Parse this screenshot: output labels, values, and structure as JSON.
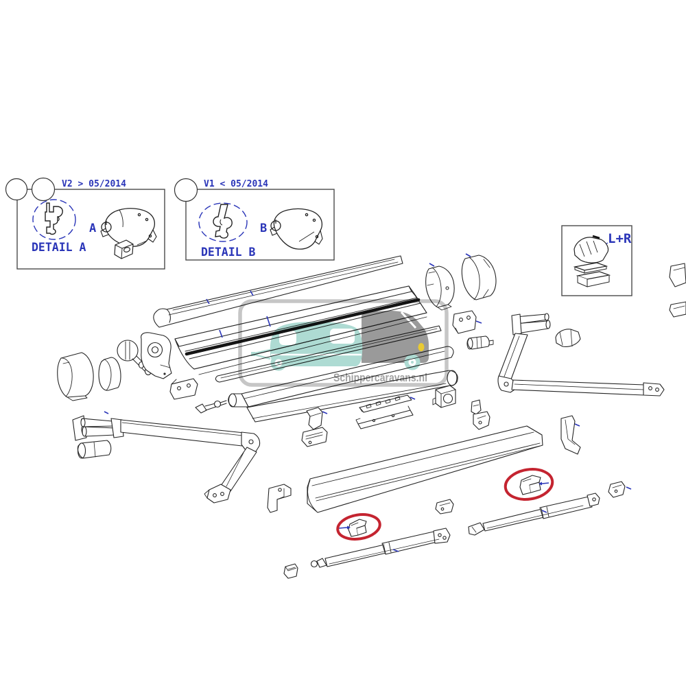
{
  "diagram": {
    "type": "exploded-parts-diagram",
    "subject": "caravan awning assembly",
    "watermark": {
      "text": "Schippercaravans.nl",
      "teal": "#5ebbab",
      "gray": "#3f3f3f",
      "border_gray": "#8e8e8e",
      "text_gray": "#4a4a4a",
      "headlight_yellow": "#e3c235"
    },
    "detail_box_a": {
      "version_label": "V2 > 05/2014",
      "detail_label": "DETAIL A",
      "ref_label": "A"
    },
    "detail_box_b": {
      "version_label": "V1 < 05/2014",
      "detail_label": "DETAIL B",
      "ref_label": "B"
    },
    "side_box": {
      "label": "L+R"
    },
    "colors": {
      "line": "#2b2b2b",
      "accent_blue": "#2a35b8",
      "highlight_red": "#c42430"
    }
  }
}
